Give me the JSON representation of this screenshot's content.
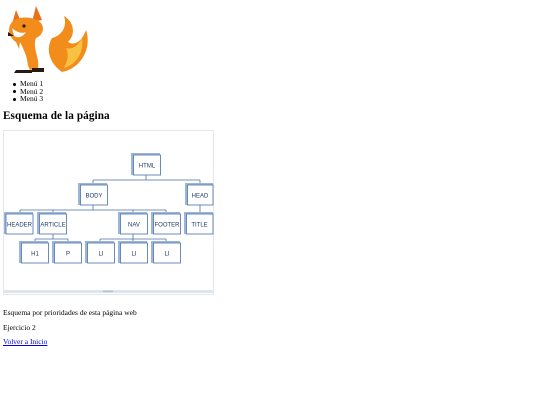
{
  "logo": {
    "icon": "fox-logo-icon",
    "colors": {
      "orange": "#f28c1a",
      "dark": "#2a1a12"
    }
  },
  "menu": {
    "items": [
      {
        "label": "Menú 1"
      },
      {
        "label": "Menú 2"
      },
      {
        "label": "Menú 3"
      }
    ]
  },
  "page": {
    "heading": "Esquema de la página",
    "caption": "Esquema por prioridades de esta página web",
    "exercise": "Ejercicio 2",
    "back_link": "Volver a Inicio"
  },
  "diagram": {
    "colors": {
      "box_border": "#5b7fb6",
      "box_shadow": "#9db5d9",
      "line": "#4d6ea3",
      "text": "#1f3b66"
    },
    "nodes": [
      {
        "id": "html",
        "label": "HTML"
      },
      {
        "id": "body",
        "label": "BODY"
      },
      {
        "id": "head",
        "label": "HEAD"
      },
      {
        "id": "header",
        "label": "HEADER"
      },
      {
        "id": "article",
        "label": "ARTICLE"
      },
      {
        "id": "nav",
        "label": "NAV"
      },
      {
        "id": "footer",
        "label": "FOOTER"
      },
      {
        "id": "title",
        "label": "TITLE"
      },
      {
        "id": "h1",
        "label": "H1"
      },
      {
        "id": "p",
        "label": "P"
      },
      {
        "id": "li1",
        "label": "LI"
      },
      {
        "id": "li2",
        "label": "LI"
      },
      {
        "id": "li3",
        "label": "LI"
      }
    ]
  }
}
